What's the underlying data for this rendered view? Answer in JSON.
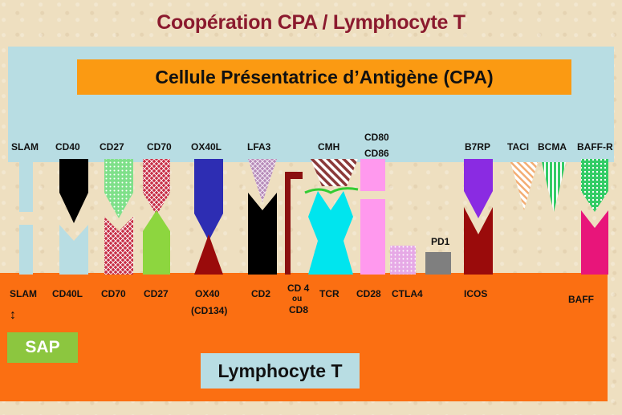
{
  "title": "Coopération CPA / Lymphocyte T",
  "cpa": {
    "label": "Cellule Présentatrice d’Antigène (CPA)"
  },
  "lymphocyte": {
    "label": "Lymphocyte T",
    "sap_label": "SAP",
    "slam_arrow": "↕"
  },
  "top_labels": {
    "slam": "SLAM",
    "cd40": "CD40",
    "cd27": "CD27",
    "cd70": "CD70",
    "ox40l": "OX40L",
    "lfa3": "LFA3",
    "cmh": "CMH",
    "cd80": "CD80",
    "cd86": "CD86",
    "b7rp": "B7RP",
    "taci": "TACI",
    "bcma": "BCMA",
    "baffr": "BAFF-R"
  },
  "bottom_labels": {
    "slam": "SLAM",
    "cd40l": "CD40L",
    "cd70": "CD70",
    "cd27": "CD27",
    "ox40": "OX40",
    "cd134": "(CD134)",
    "cd2": "CD2",
    "cd4": "CD 4",
    "ou": "ou",
    "cd8": "CD8",
    "tcr": "TCR",
    "cd28": "CD28",
    "ctla4": "CTLA4",
    "icos": "ICOS",
    "baff": "BAFF",
    "pd1": "PD1"
  },
  "colors": {
    "title": "#8b1a2e",
    "cpa_band": "#b8dde3",
    "cpa_label_bg": "#fb9a12",
    "lymphocyte_band": "#fb6f12",
    "sap_bg": "#8cc63f",
    "cd40": "#000000",
    "cd27": "#7fe08a",
    "cd70": "#c62c44",
    "ox40l": "#2d2db3",
    "ox40": "#9a0b0b",
    "lfa3": "#b58ab8",
    "cd2": "#000000",
    "cd4": "#8b1010",
    "cmh": "#8b3a3a",
    "tcr": "#00e5ee",
    "cd80": "#ff99ee",
    "ctla4": "#e6a9e6",
    "pd1": "#7f7f7f",
    "b7rp": "#8a2be2",
    "icos": "#9a0b0b",
    "taci": "#f3ad73",
    "bcma": "#33cc66",
    "baffr": "#33cc66",
    "baff": "#e8157a"
  }
}
